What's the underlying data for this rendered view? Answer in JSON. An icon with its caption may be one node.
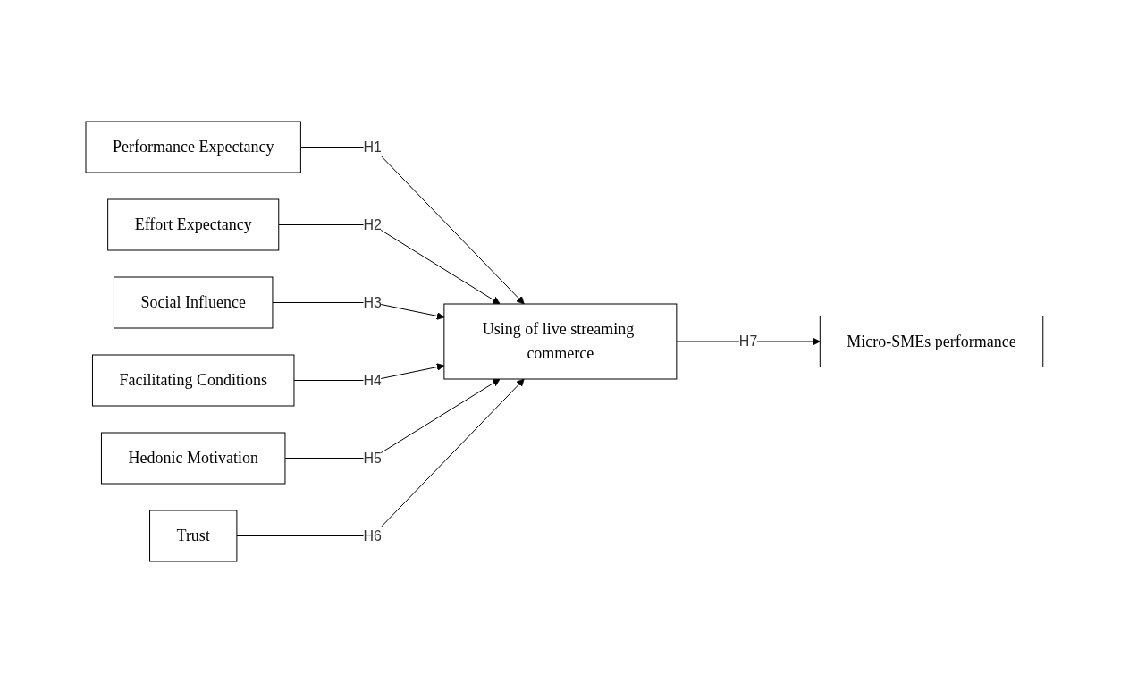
{
  "diagram": {
    "nodes": [
      {
        "text": [
          "Performance Expectancy"
        ]
      },
      {
        "text": [
          "Effort Expectancy"
        ]
      },
      {
        "text": [
          "Social Influence"
        ]
      },
      {
        "text": [
          "Facilitating Conditions"
        ]
      },
      {
        "text": [
          "Hedonic Motivation"
        ]
      },
      {
        "text": [
          "Trust"
        ]
      },
      {
        "text": [
          "Using of live streaming commerce"
        ]
      },
      {
        "text": [
          "Micro-SMEs performance"
        ]
      }
    ],
    "edges": [
      {
        "from": 0,
        "to": 6,
        "arrow": "to",
        "label": "H1"
      },
      {
        "from": 1,
        "to": 6,
        "arrow": "to",
        "label": "H2"
      },
      {
        "from": 2,
        "to": 6,
        "arrow": "to",
        "label": "H3"
      },
      {
        "from": 3,
        "to": 6,
        "arrow": "to",
        "label": "H4"
      },
      {
        "from": 4,
        "to": 6,
        "arrow": "to",
        "label": "H5"
      },
      {
        "from": 5,
        "to": 6,
        "arrow": "to",
        "label": "H6"
      },
      {
        "from": 6,
        "to": 7,
        "arrow": "to",
        "label": "H7"
      }
    ]
  }
}
